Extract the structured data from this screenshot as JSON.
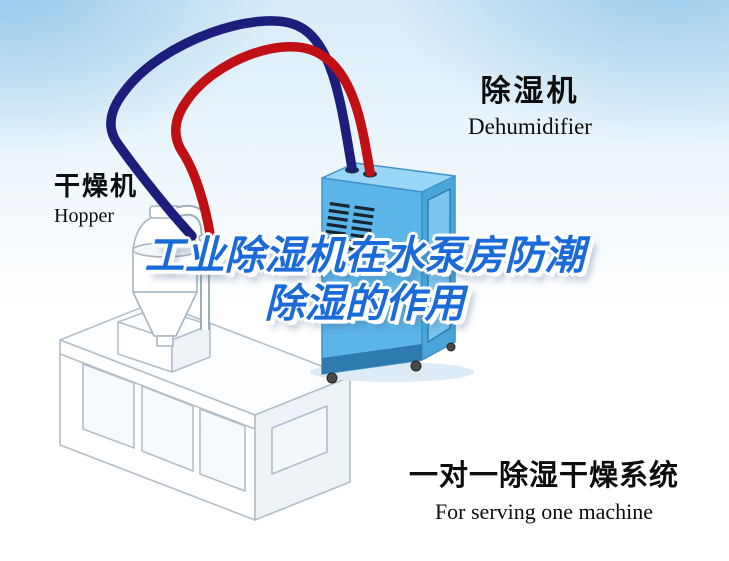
{
  "title": {
    "line1": "工业除湿机在水泵房防潮",
    "line2": "除湿的作用",
    "color": "#1b6ad9"
  },
  "labels": {
    "dehumidifier": {
      "cn": "除湿机",
      "en": "Dehumidifier"
    },
    "hopper": {
      "cn": "干燥机",
      "en": "Hopper"
    },
    "system": {
      "cn": "一对一除湿干燥系统",
      "en": "For serving one machine"
    }
  },
  "illustration": {
    "hoses": [
      {
        "name": "red-hose",
        "color": "#c01016"
      },
      {
        "name": "blue-hose",
        "color": "#1d1d7c"
      }
    ],
    "dehumidifier_colors": {
      "front": "#5cb5e8",
      "top": "#9ad6f5",
      "side": "#49a5da"
    },
    "background_tint": "#aed4ed"
  }
}
